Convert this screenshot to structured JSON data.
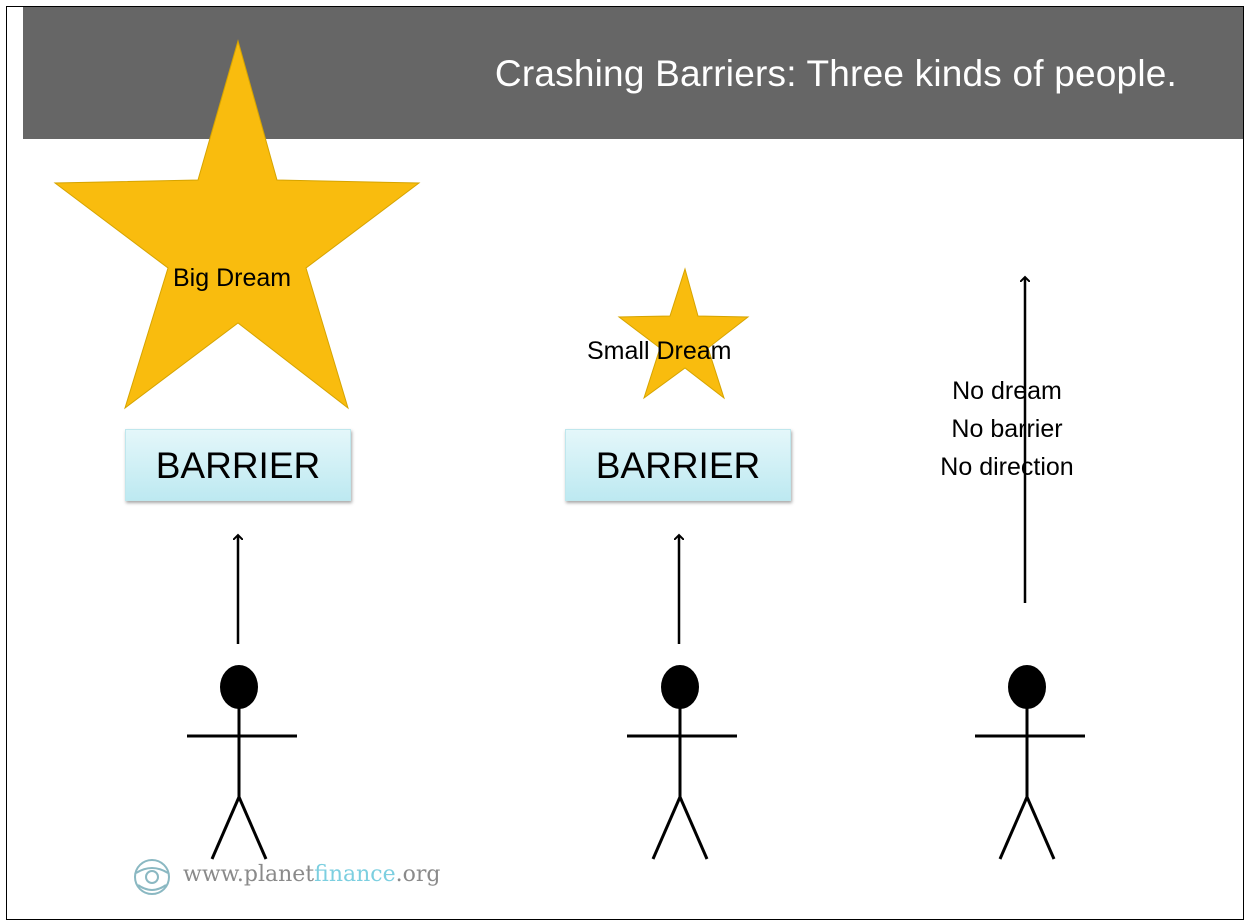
{
  "slide": {
    "title": "Crashing Barriers:  Three kinds of people."
  },
  "people": [
    {
      "dream_label": "Big Dream",
      "barrier_label": "BARRIER"
    },
    {
      "dream_label": "Small Dream",
      "barrier_label": "BARRIER"
    },
    {
      "no_dream_lines": [
        "No dream",
        "No barrier",
        "No direction"
      ]
    }
  ],
  "logo": {
    "text_prefix": "www.planet",
    "text_accent": "finance",
    "text_suffix": ".org"
  },
  "colors": {
    "title_bar": "#666666",
    "star": "#f9bc0e",
    "barrier_fill": "#c6edf3",
    "logo_accent": "#7ccfe0"
  }
}
